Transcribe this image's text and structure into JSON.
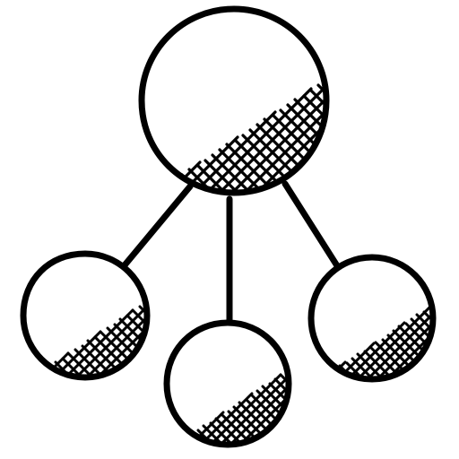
{
  "icon": {
    "name": "hierarchy-network-icon",
    "stroke_color": "#000000",
    "background_color": "#ffffff",
    "style": "hand-drawn sketch with cross-hatched shading",
    "nodes": [
      {
        "name": "parent-node",
        "role": "parent"
      },
      {
        "name": "child-node-left",
        "role": "child"
      },
      {
        "name": "child-node-center",
        "role": "child"
      },
      {
        "name": "child-node-right",
        "role": "child"
      }
    ],
    "connectors": [
      {
        "name": "connector-left",
        "from": "parent-node",
        "to": "child-node-left"
      },
      {
        "name": "connector-center",
        "from": "parent-node",
        "to": "child-node-center"
      },
      {
        "name": "connector-right",
        "from": "parent-node",
        "to": "child-node-right"
      }
    ]
  }
}
